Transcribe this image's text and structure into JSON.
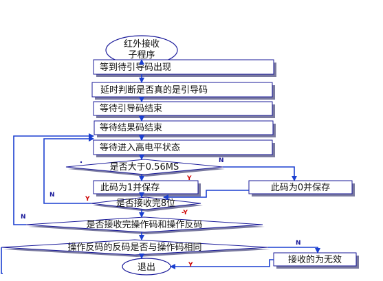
{
  "colors": {
    "box_fill": "#ffffff",
    "box_stroke": "#1a1a9a",
    "shadow": "#7a7aa0",
    "arrow": "#1a3fd0",
    "text": "#111111",
    "label_blue": "#1a1a9a",
    "label_red": "#cc0000"
  },
  "nodes": {
    "start": "红外接收子程序",
    "wait_lead_appear": "等到待引导码出现",
    "delay_check_lead": "延时判断是否真的是引导码",
    "wait_lead_end": "等待引导码结束",
    "wait_result_end": "等待结果码结束",
    "wait_high_level": "等待进入高电平状态",
    "decision_056ms": "是否大于0.56MS",
    "save_one": "此码为1并保存",
    "save_zero": "此码为0并保存",
    "decision_8bits": "是否接收完8位",
    "decision_op_codes": "是否接收完操作码和操作反码",
    "decision_inverse": "操作反码的反码是否与操作码相同",
    "invalid": "接收的为无效",
    "exit": "退出"
  },
  "edge_labels": {
    "d056_no": "N",
    "d056_yes": "Y",
    "d8_yes": "Y",
    "d8_no": "N",
    "dop_yes": "-Y",
    "dop_no": "N",
    "dinv_no": "N",
    "dinv_yes": "Y"
  }
}
